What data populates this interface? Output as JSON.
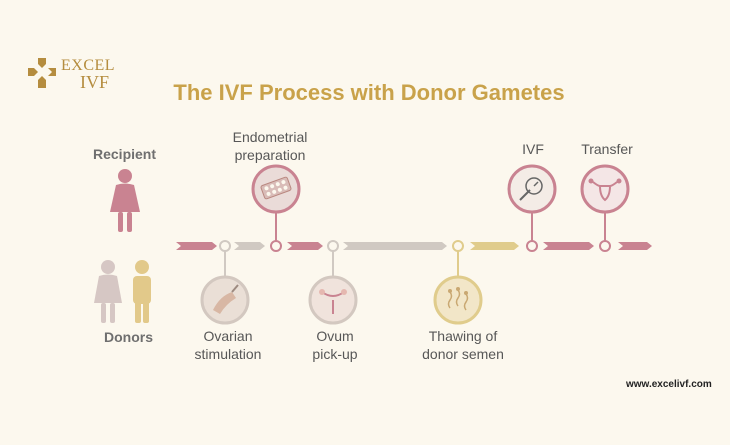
{
  "logo": {
    "word1": "EXCEL",
    "word2": "IVF",
    "brand_color": "#b58d3f"
  },
  "title": "The IVF Process with Donor Gametes",
  "roles": {
    "recipient": "Recipient",
    "donors": "Donors"
  },
  "steps": {
    "endometrial": [
      "Endometrial",
      "preparation"
    ],
    "ovarian": [
      "Ovarian",
      "stimulation"
    ],
    "ovum": [
      "Ovum",
      "pick-up"
    ],
    "thawing": [
      "Thawing of",
      "donor semen"
    ],
    "ivf": "IVF",
    "transfer": "Transfer"
  },
  "website": "www.excelivf.com",
  "colors": {
    "rose": "#c98391",
    "gray": "#d0c9c2",
    "gold": "#e0cc8c",
    "title": "#c9a24a",
    "background": "#fcf8ee"
  },
  "icons": {
    "endometrial": "pill-pack-icon",
    "ovarian": "injection-icon",
    "ovum": "ovum-pickup-icon",
    "thawing": "sperm-icon",
    "ivf": "microscope-icon",
    "transfer": "uterus-icon",
    "recipient": "woman-icon",
    "donor_female": "woman-icon",
    "donor_male": "man-icon"
  }
}
